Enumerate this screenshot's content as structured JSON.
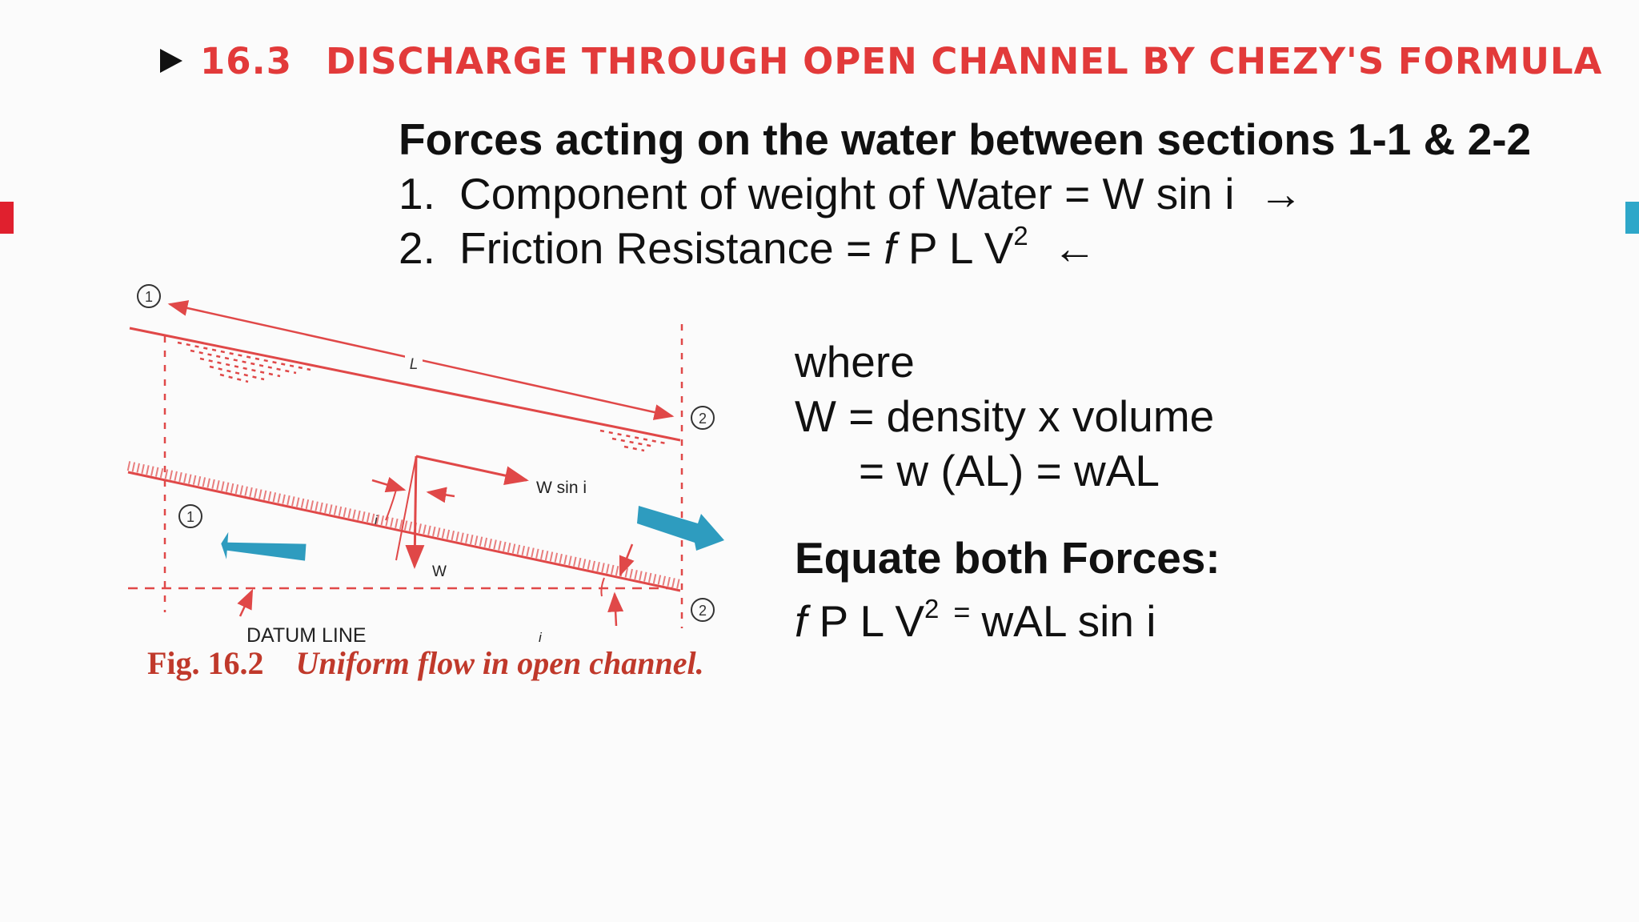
{
  "section": {
    "number": "16.3",
    "title": "DISCHARGE THROUGH OPEN CHANNEL BY CHEZY'S FORMULA"
  },
  "forces": {
    "heading": "Forces acting on the water between sections 1-1 & 2-2",
    "items": [
      {
        "num": "1.",
        "text": "Component of weight of Water = W sin i",
        "arrow": "→"
      },
      {
        "num": "2.",
        "text_pre": "Friction Resistance = ",
        "f": "f",
        "text_mid": " P L V",
        "sup": "2",
        "arrow": "←"
      }
    ]
  },
  "where": {
    "label": "where",
    "line1": "W = density x volume",
    "line2": "= w (AL) = wAL",
    "equate_heading": "Equate both Forces:",
    "eq": {
      "f": "f",
      "lhs": " P L V",
      "sup": "2",
      "sign": "=",
      "rhs": "wAL sin i"
    }
  },
  "figure": {
    "labels": {
      "sec1_top": "1",
      "sec2_top": "2",
      "sec1_bottom": "1",
      "sec2_bottom": "2",
      "length": "L",
      "w_sin_i": "W sin i",
      "w": "W",
      "i_top": "i",
      "i_bottom": "i",
      "datum": "DATUM LINE"
    },
    "caption_num": "Fig. 16.2",
    "caption_title": "Uniform flow in open channel.",
    "colors": {
      "red": "#e04848",
      "blue_arrow": "#2e9cbf",
      "dark": "#222222"
    }
  }
}
